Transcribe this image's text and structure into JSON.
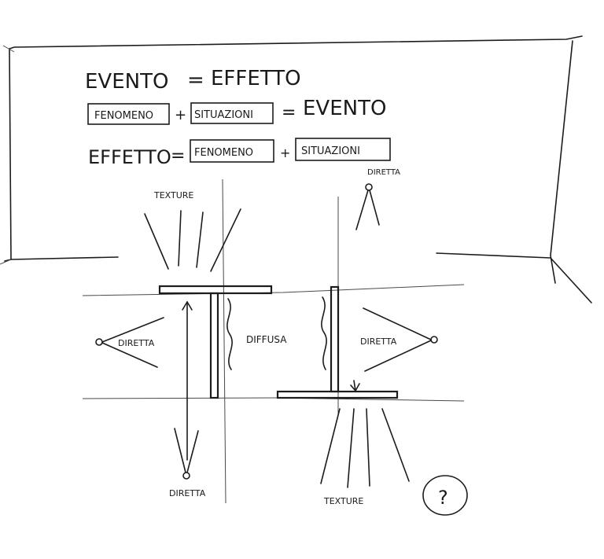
{
  "equations": {
    "line1": {
      "left": "EVENTO",
      "eq": "=",
      "right": "EFFETTO"
    },
    "line2": {
      "box1": "FENOMENO",
      "plus": "+",
      "box2": "SITUAZIONI",
      "eq": "=",
      "right": "EVENTO"
    },
    "line3": {
      "left": "EFFETTO",
      "eq": "=",
      "box1": "FENOMENO",
      "plus": "+",
      "box2": "SITUAZIONI"
    }
  },
  "labels": {
    "texture_top": "TEXTURE",
    "diretta_top_right": "DIRETTA",
    "diretta_left": "DIRETTA",
    "diffusa": "DIFFUSA",
    "diretta_right": "DIRETTA",
    "diretta_bottom": "DIRETTA",
    "texture_bottom": "TEXTURE",
    "question": "?"
  }
}
